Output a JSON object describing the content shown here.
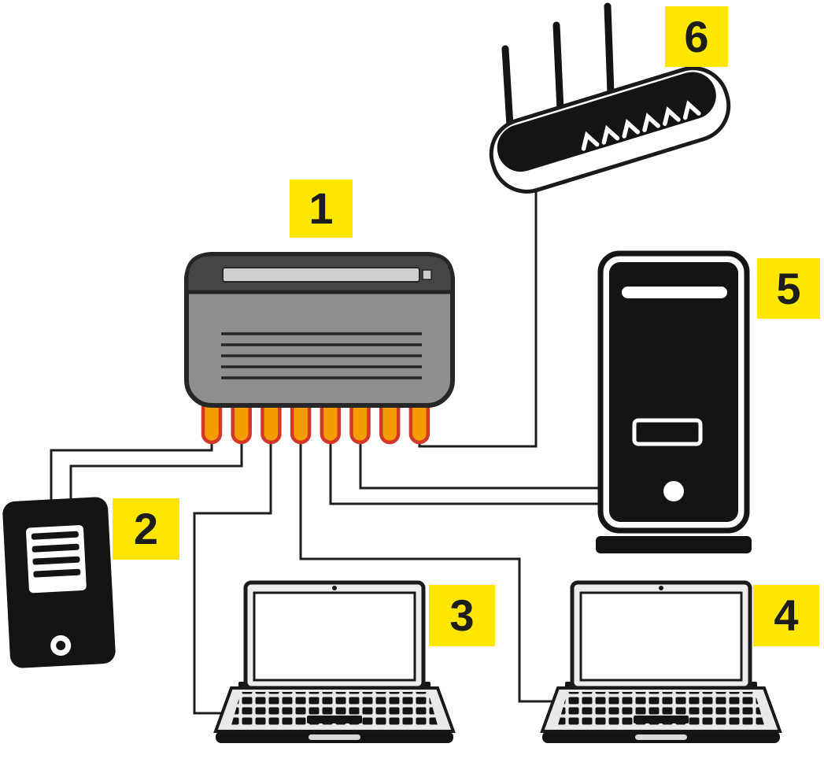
{
  "diagram": {
    "type": "network-diagram",
    "labels": [
      {
        "text": "1",
        "device": "network-switch"
      },
      {
        "text": "2",
        "device": "tablet"
      },
      {
        "text": "3",
        "device": "laptop-left"
      },
      {
        "text": "4",
        "device": "laptop-right"
      },
      {
        "text": "5",
        "device": "desktop-tower"
      },
      {
        "text": "6",
        "device": "wireless-router"
      }
    ],
    "connections": [
      {
        "from": "switch-port-1",
        "to": "tablet"
      },
      {
        "from": "switch-port-2",
        "to": "tablet"
      },
      {
        "from": "switch-port-3",
        "to": "laptop-left"
      },
      {
        "from": "switch-port-4",
        "to": "laptop-right"
      },
      {
        "from": "switch-port-5",
        "to": "desktop-tower"
      },
      {
        "from": "switch-port-6",
        "to": "desktop-tower"
      },
      {
        "from": "switch-port-8",
        "to": "wireless-router"
      }
    ],
    "colors": {
      "background": "#ffffff",
      "label_background": "#ffe600",
      "label_text": "#1d1d1b",
      "cable": "#1d1d1b",
      "switch_body": "#8f8f8f",
      "switch_top_band": "#454545",
      "switch_slot": "#cfcfcf",
      "port_fill": "#f59c00",
      "port_stroke": "#d2372a",
      "device_black": "#141414",
      "device_light": "#e9e9e9"
    }
  }
}
